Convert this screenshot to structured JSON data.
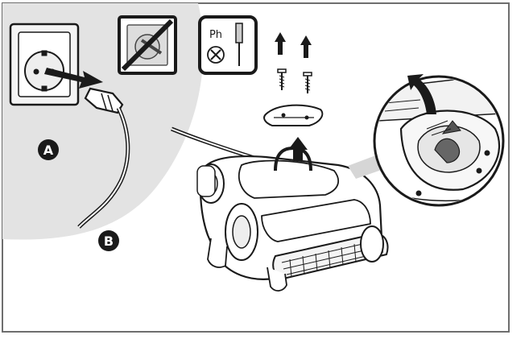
{
  "markers": {
    "a": "A",
    "b": "B"
  },
  "screwdriver_badge": {
    "label": "Ph",
    "icon": "phillips-screwdriver-icon"
  },
  "no_power_badge": {
    "icon": "unplugged-socket-prohibited-icon"
  },
  "steps": [
    {
      "marker": "A",
      "description_icon": "wall-socket-icon"
    },
    {
      "marker": "B",
      "description_icon": "power-cord-icon"
    }
  ],
  "colors": {
    "background": "#ffffff",
    "shade": "#e3e3e3",
    "ink": "#1a1a1a",
    "frame": "#6e6e6e"
  }
}
